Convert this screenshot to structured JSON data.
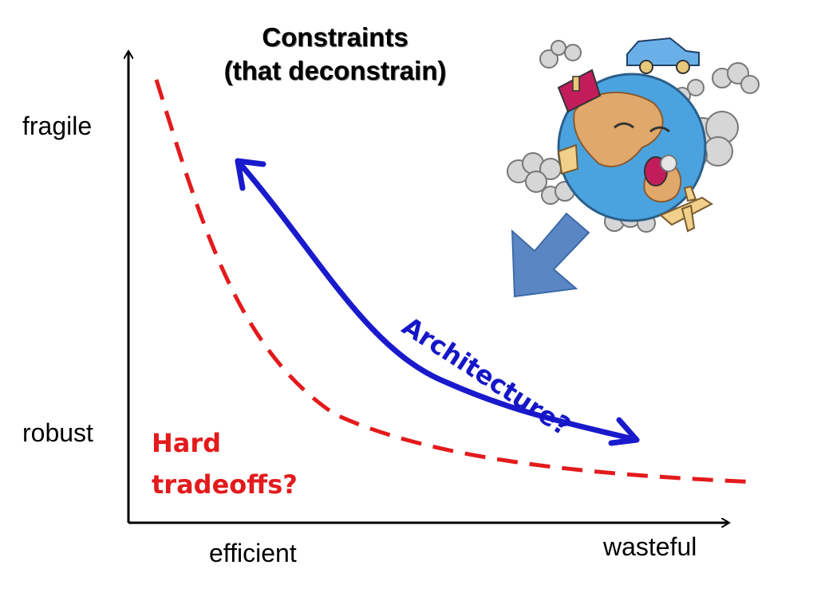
{
  "title": {
    "line1": "Constraints",
    "line2": "(that deconstrain)"
  },
  "axes": {
    "y_top_label": "fragile",
    "y_bottom_label": "robust",
    "x_left_label": "efficient",
    "x_right_label": "wasteful"
  },
  "annotations": {
    "tradeoff_line1": "Hard",
    "tradeoff_line2": "tradeoffs?",
    "architecture": "Architecture?"
  },
  "colors": {
    "tradeoff_curve": "#e31a1c",
    "architecture_arrow": "#1a1acc",
    "down_arrow": "#5b86c4",
    "axis": "#000000",
    "earth_ocean": "#4aa3df",
    "earth_land": "#e0a86a",
    "smoke": "#d6d6d6"
  },
  "illustration": {
    "icon": "polluted-earth-icon",
    "vehicles": [
      "car-icon",
      "airplane-icon",
      "ship-icon",
      "factory-icon"
    ]
  }
}
